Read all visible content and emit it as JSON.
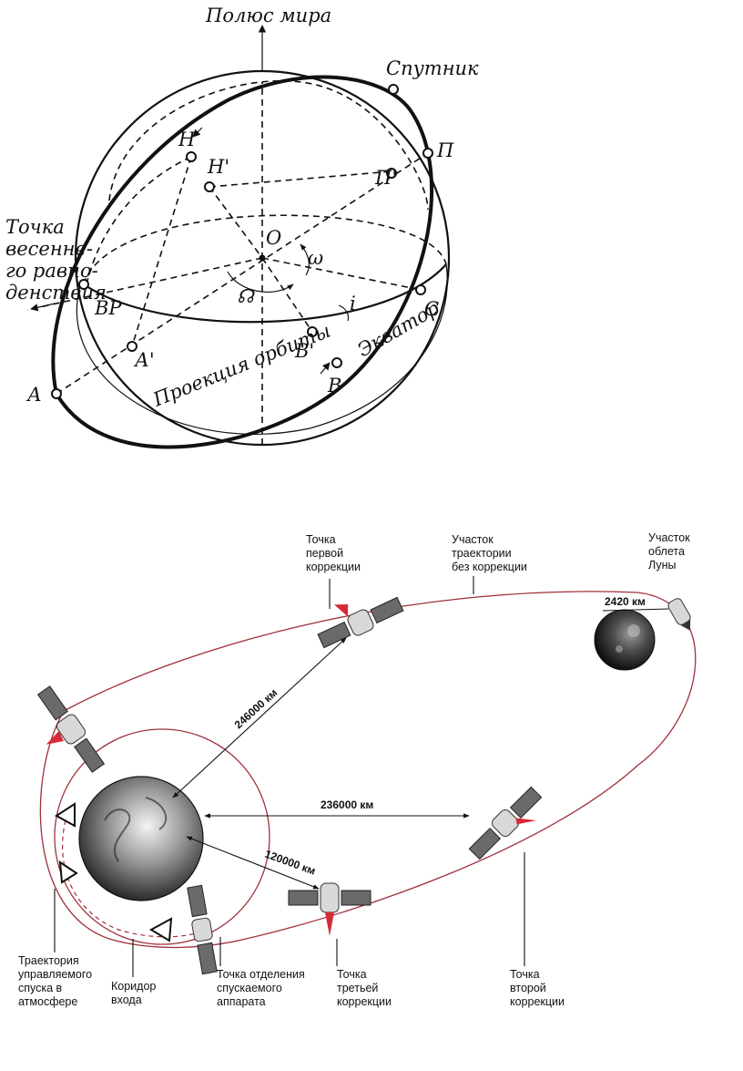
{
  "top_diagram": {
    "labels": {
      "pole": "Полюс мира",
      "satellite": "Спутник",
      "vernal_point": [
        "Точка",
        "весенне-",
        "го равно-",
        "денствия"
      ],
      "O": "O",
      "omega": "ω",
      "node": "☊",
      "i": "i",
      "H": "H",
      "H_prime": "H'",
      "P": "П",
      "P_prime": "П'",
      "VR": "ВР",
      "A": "А",
      "A_prime": "А'",
      "B": "В",
      "B_prime": "В'",
      "C": "С",
      "equator": "Экватор",
      "orbit_projection": "Проекция орбиты"
    }
  },
  "bottom_diagram": {
    "labels": {
      "first_correction": [
        "Точка",
        "первой",
        "коррекции"
      ],
      "no_correction": [
        "Участок",
        "траектории",
        "без коррекции"
      ],
      "moon_flyby": [
        "Участок",
        "облета",
        "Луны"
      ],
      "moon_distance": "2420 км",
      "dist_246000": "246000 км",
      "dist_236000": "236000 км",
      "dist_120000": "120000 км",
      "controlled_descent": [
        "Траектория",
        "управляемого",
        "спуска в",
        "атмосфере"
      ],
      "entry_corridor": [
        "Коридор",
        "входа"
      ],
      "separation_point": [
        "Точка отделения",
        "спускаемого",
        "аппарата"
      ],
      "third_correction": [
        "Точка",
        "третьей",
        "коррекции"
      ],
      "second_correction": [
        "Точка",
        "второй",
        "коррекции"
      ]
    }
  }
}
